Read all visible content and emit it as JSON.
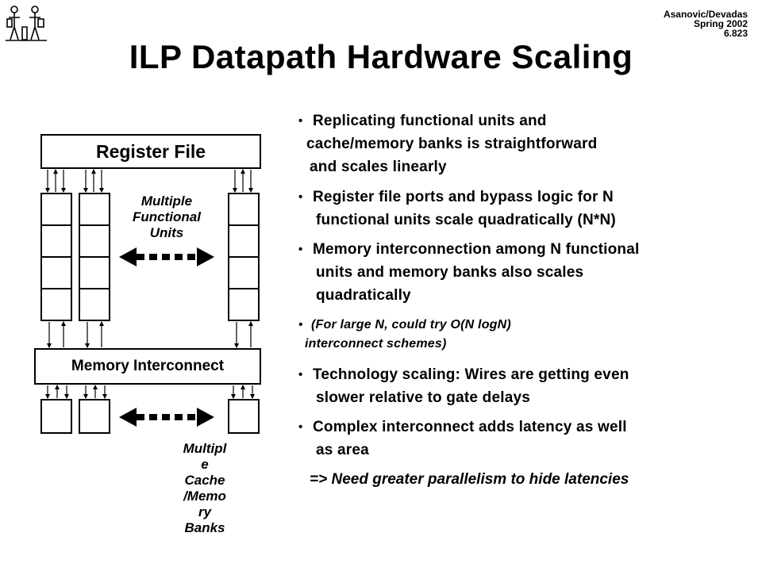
{
  "header": {
    "attribution": [
      "Asanovic/Devadas",
      "Spring 2002",
      "6.823"
    ],
    "logo_icon": "mit-seal-figures-icon"
  },
  "slide": {
    "title": "ILP Datapath Hardware Scaling"
  },
  "diagram": {
    "register_file_label": "Register File",
    "memory_interconnect_label": "Memory Interconnect",
    "functional_units_caption": [
      "Multiple",
      "Functional",
      "Units"
    ],
    "memory_banks_caption": [
      "Multipl",
      "e",
      "Cache",
      "/Memo",
      "ry",
      "Banks"
    ]
  },
  "bullets": [
    {
      "lines": [
        "Replicating functional units and",
        "cache/memory banks is straightforward",
        "and scales linearly"
      ]
    },
    {
      "lines": [
        "Register file ports and bypass logic for N",
        "functional units scale quadratically (N*N)"
      ]
    },
    {
      "lines": [
        "Memory interconnection among N functional",
        "units and memory banks also scales",
        "quadratically"
      ]
    },
    {
      "lines": [
        "(For large N, could try O(N logN)",
        "interconnect schemes)"
      ]
    },
    {
      "lines": [
        "Technology scaling: Wires are getting even",
        "slower relative to gate delays"
      ]
    },
    {
      "lines": [
        "Complex interconnect adds latency as well",
        "as area"
      ]
    }
  ],
  "conclusion": "=> Need greater parallelism to hide latencies"
}
